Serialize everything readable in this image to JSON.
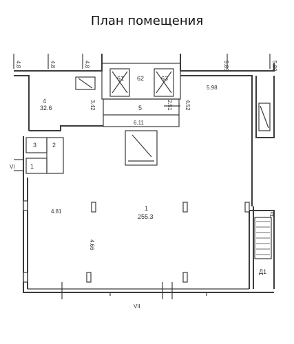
{
  "title": "План помещения",
  "plan": {
    "top_dims": [
      "4.8",
      "4.8",
      "4.8",
      "5.89",
      "5.89"
    ],
    "rooms": {
      "r4_num": "4",
      "r4_area": "32.6",
      "r1_num": "1",
      "r1_area": "255.3",
      "r2_num": "2",
      "r3_num": "3",
      "r5_num": "5",
      "r61_num": "61",
      "r62_num": "62",
      "r63_num": "63",
      "r_small_num": "1"
    },
    "dims": {
      "d_598": "5.98",
      "d_342": "3.42",
      "d_251": "2.51",
      "d_452": "4.52",
      "d_611": "6.11",
      "d_481": "4.81",
      "d_466": "4.66"
    },
    "marks": {
      "axis_bottom": "VII",
      "axis_left": "VI",
      "door_d1": "Д1",
      "door_d": "Д"
    }
  }
}
